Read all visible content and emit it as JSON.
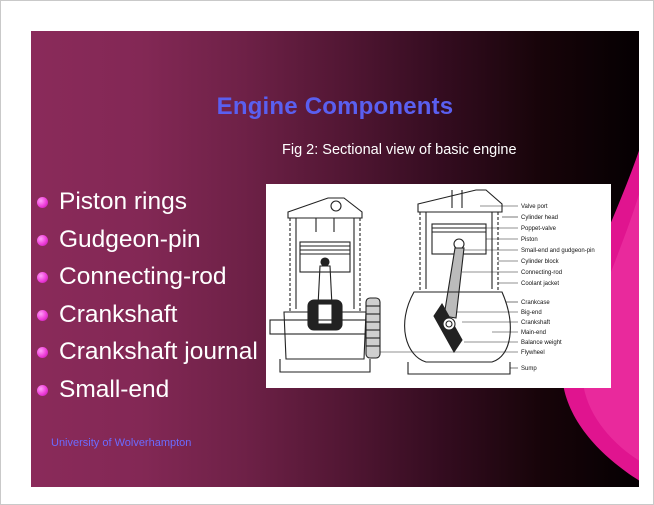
{
  "slide": {
    "title": "Engine Components",
    "figure_caption": "Fig 2: Sectional view of basic engine",
    "bullets": [
      "Piston rings",
      "Gudgeon-pin",
      "Connecting-rod",
      "Crankshaft",
      "Crankshaft journal",
      "Small-end"
    ],
    "footer": "University of Wolverhampton"
  },
  "diagram": {
    "labels": [
      "Valve port",
      "Cylinder head",
      "Poppet-valve",
      "Piston",
      "Small-end and gudgeon-pin",
      "Cylinder block",
      "Connecting-rod",
      "Coolant jacket",
      "Crankcase",
      "Big-end",
      "Crankshaft",
      "Main-end",
      "Balance weight",
      "Flywheel",
      "Sump"
    ]
  },
  "colors": {
    "title": "#5a5ff0",
    "bullet": "#ee3cd9",
    "swoosh": "#e0148f",
    "footer": "#6b6bff"
  }
}
